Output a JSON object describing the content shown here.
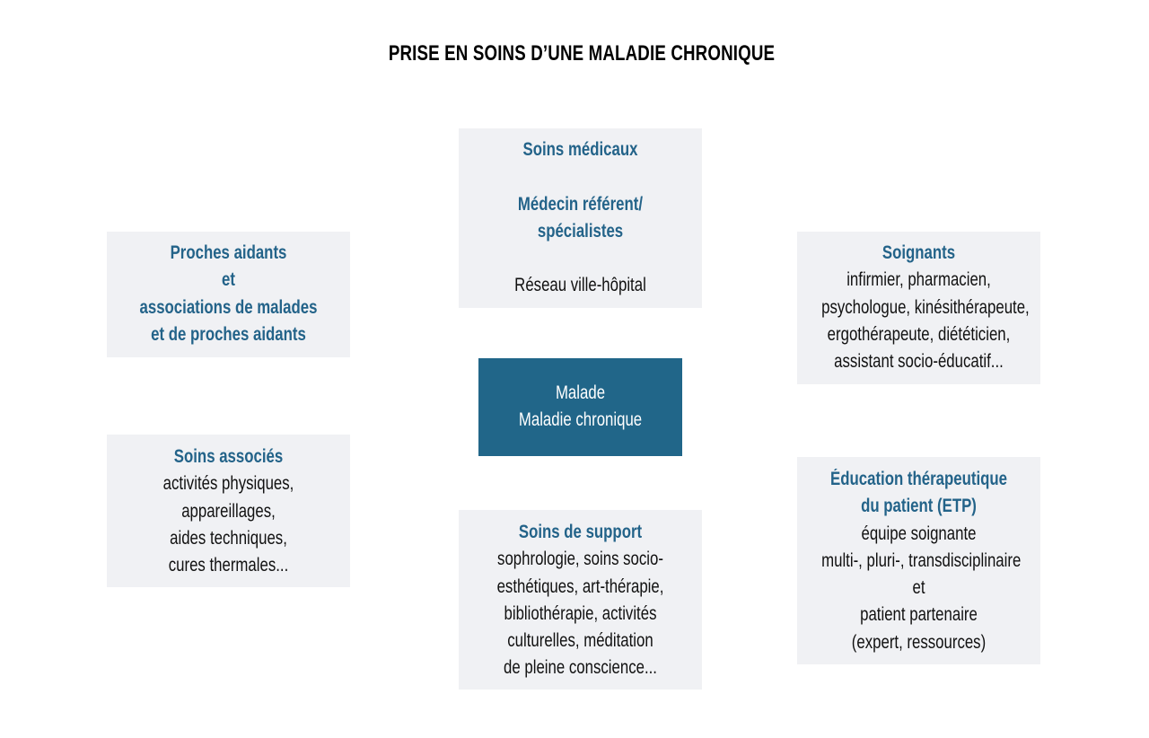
{
  "title": "PRISE EN SOINS D’UNE MALADIE CHRONIQUE",
  "center": {
    "lines": [
      "Malade",
      "Maladie chronique"
    ]
  },
  "medical": {
    "heading": "Soins médicaux",
    "sub_lines": [
      "Médecin référent/",
      "spécialistes"
    ],
    "network": "Réseau ville-hôpital"
  },
  "caregivers": {
    "lines": [
      "Proches aidants",
      "et",
      "associations de malades",
      "et de proches aidants"
    ]
  },
  "nurses": {
    "heading": "Soignants",
    "lines": [
      "infirmier, pharmacien,",
      "psychologue, kinésithérapeute,",
      "ergothérapeute, diététicien,",
      "assistant socio-éducatif..."
    ]
  },
  "associated": {
    "heading": "Soins associés",
    "lines": [
      "activités physiques,",
      "appareillages,",
      "aides techniques,",
      "cures thermales..."
    ]
  },
  "support": {
    "heading": "Soins de support",
    "lines": [
      "sophrologie, soins socio-",
      "esthétiques, art-thérapie,",
      "bibliothérapie, activités",
      "culturelles, méditation",
      "de pleine conscience..."
    ]
  },
  "etp": {
    "heading_lines": [
      "Éducation thérapeutique",
      "du patient (ETP)"
    ],
    "lines": [
      "équipe soignante",
      "multi-, pluri-, transdisciplinaire",
      "et",
      "patient partenaire",
      "(expert, ressources)"
    ]
  },
  "colors": {
    "accent": "#236389",
    "center_fill": "#216689",
    "box_fill": "#f0f1f4"
  }
}
